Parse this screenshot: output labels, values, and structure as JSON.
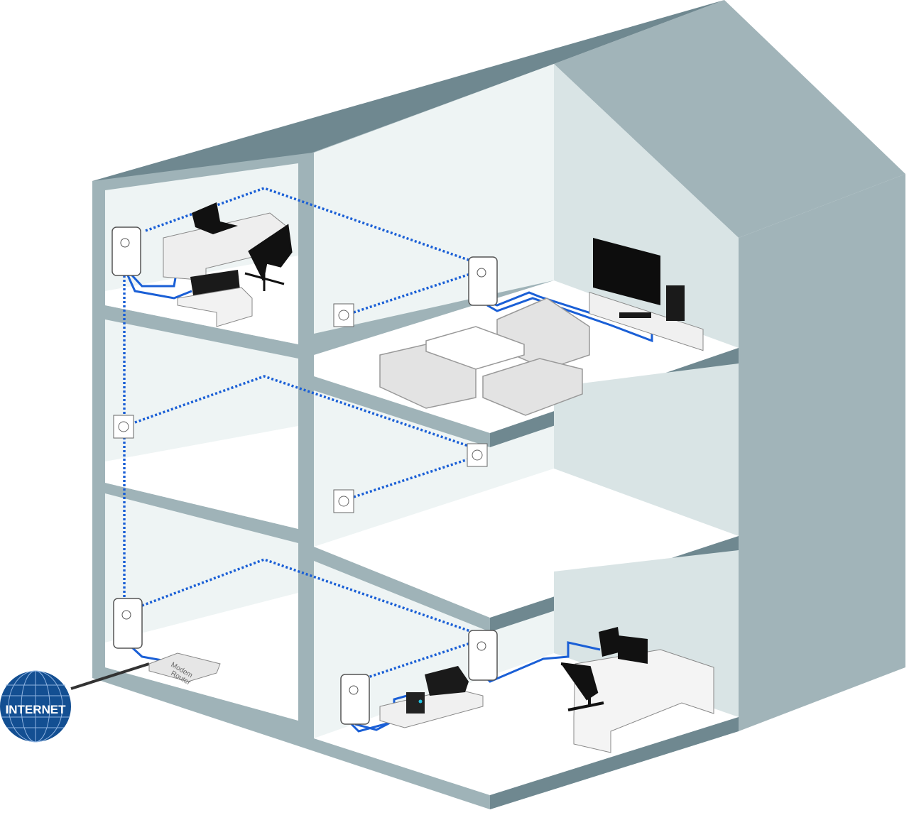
{
  "diagram": {
    "type": "home-powerline-network",
    "colors": {
      "roof_dark": "#6f8890",
      "roof_light": "#a1b4b9",
      "wall_frame": "#9fb3b8",
      "wall_inner": "#eef4f4",
      "side_wall": "#d9e4e5",
      "floor": "#ffffff",
      "powerline_dotted": "#1a5fd6",
      "ethernet": "#1a5fd6",
      "internet_globe": "#134f92",
      "cable": "#333333"
    },
    "internet": {
      "label": "INTERNET"
    },
    "modem_router": {
      "line1": "Modem",
      "line2": "Router"
    },
    "floors": [
      {
        "name": "top-floor",
        "rooms": [
          {
            "name": "attic-office",
            "devices": [
              "powerline-adapter",
              "laptop",
              "printer",
              "desk",
              "office-chair"
            ]
          },
          {
            "name": "living-room",
            "devices": [
              "powerline-adapter",
              "wall-socket",
              "tv",
              "game-console",
              "set-top-box",
              "sofas",
              "coffee-table"
            ]
          }
        ]
      },
      {
        "name": "middle-floor",
        "rooms": [
          {
            "name": "left-room",
            "devices": [
              "wall-socket"
            ]
          },
          {
            "name": "right-room",
            "devices": [
              "wall-socket",
              "wall-socket"
            ]
          }
        ]
      },
      {
        "name": "ground-floor",
        "rooms": [
          {
            "name": "entry",
            "devices": [
              "powerline-adapter",
              "modem-router"
            ]
          },
          {
            "name": "home-office",
            "devices": [
              "powerline-adapter",
              "powerline-adapter",
              "printer",
              "nas",
              "desktop-pc",
              "desk",
              "office-chair"
            ]
          }
        ]
      }
    ]
  }
}
